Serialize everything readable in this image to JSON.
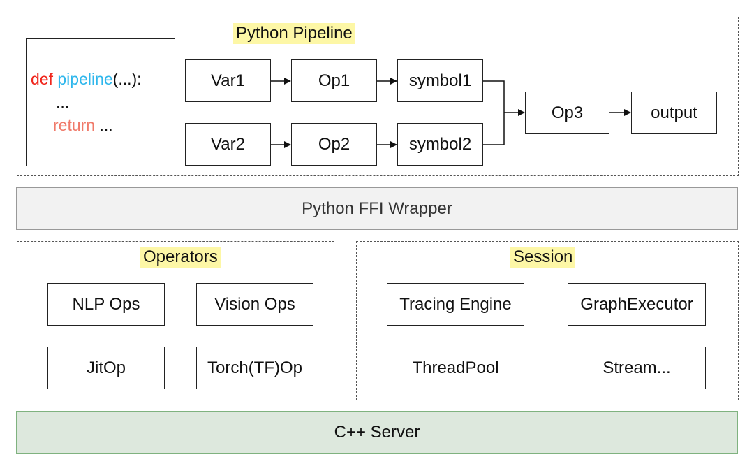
{
  "colors": {
    "keyword_def": "#f0261c",
    "function_name": "#2fb7ec",
    "keyword_return": "#f07a6a",
    "highlight": "#fdf7a6",
    "ffi_band_fill": "#f2f2f2",
    "server_band_fill": "#dde8dd",
    "server_band_border": "#7fb27f"
  },
  "python_pipeline": {
    "title": "Python Pipeline",
    "code": {
      "def_kw": "def",
      "fn_name": "pipeline",
      "fn_args": "(...):",
      "body": "...",
      "return_kw": "return",
      "return_val": " ..."
    },
    "nodes": {
      "var1": "Var1",
      "op1": "Op1",
      "symbol1": "symbol1",
      "var2": "Var2",
      "op2": "Op2",
      "symbol2": "symbol2",
      "op3": "Op3",
      "output": "output"
    }
  },
  "ffi_wrapper": {
    "label": "Python FFI Wrapper"
  },
  "operators": {
    "title": "Operators",
    "items": [
      "NLP Ops",
      "Vision Ops",
      "JitOp",
      "Torch(TF)Op"
    ]
  },
  "session": {
    "title": "Session",
    "items": [
      "Tracing Engine",
      "GraphExecutor",
      "ThreadPool",
      "Stream..."
    ]
  },
  "server": {
    "label": "C++ Server"
  }
}
